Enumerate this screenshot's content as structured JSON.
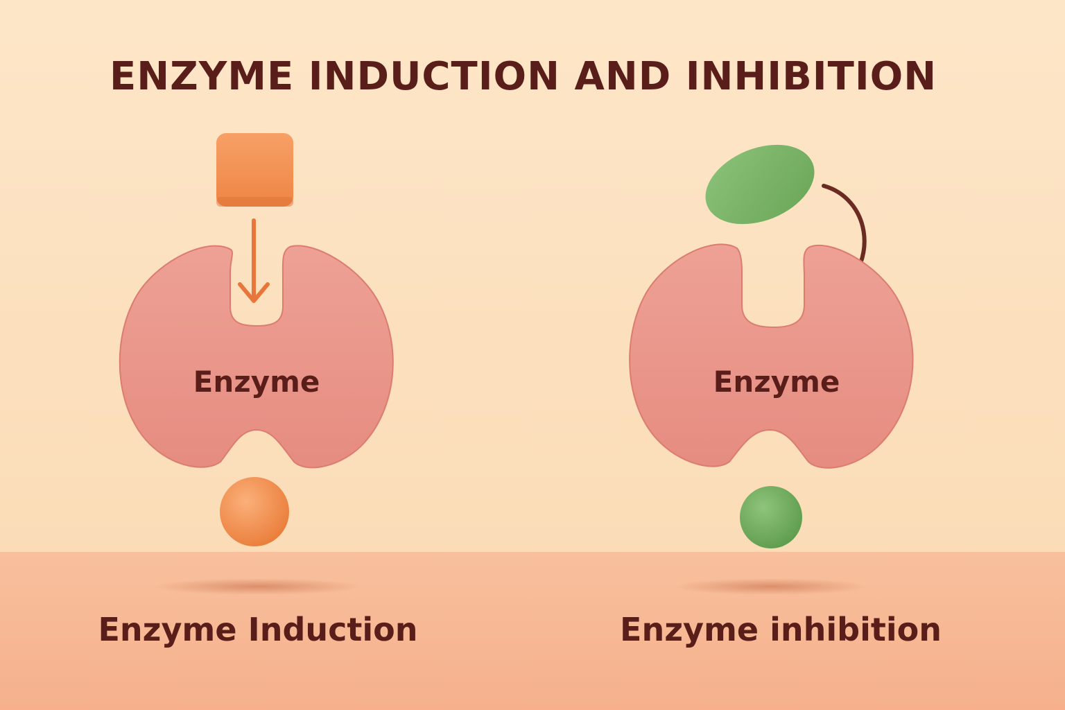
{
  "title": "ENZYME INDUCTION AND INHIBITION",
  "left_panel": {
    "enzyme_label": "Enzyme",
    "caption": "Enzyme Induction",
    "inducer_color": "#f39352",
    "product_color": "#f08a45",
    "arrow_color": "#e8763a"
  },
  "right_panel": {
    "enzyme_label": "Enzyme",
    "caption": "Enzyme inhibition",
    "inhibitor_color": "#7fb56b",
    "product_color": "#6fa85c",
    "arrow_color": "#6b2a22"
  },
  "colors": {
    "background_top": "#fce3c3",
    "floor": "#f7b994",
    "enzyme_fill": "#ea948a",
    "text": "#5a1e1a"
  }
}
